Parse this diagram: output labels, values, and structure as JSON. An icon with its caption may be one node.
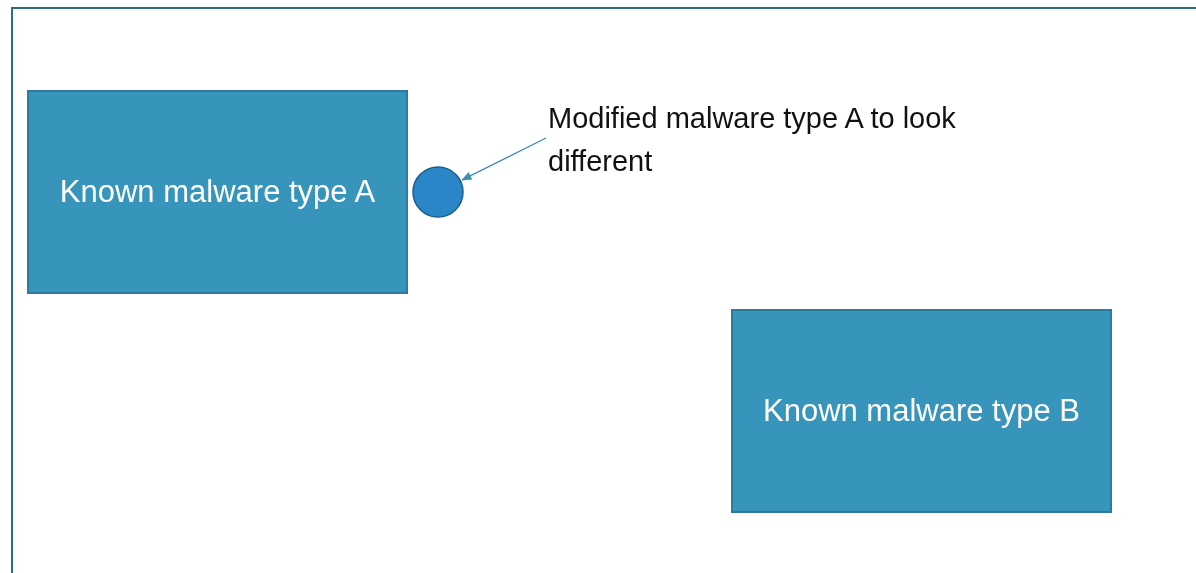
{
  "diagram": {
    "nodes": [
      {
        "text": [
          "Known malware type A"
        ]
      },
      {
        "text": [],
        "shape": "circle"
      },
      {
        "text": [
          "Modified malware type A to look different"
        ]
      },
      {
        "text": [
          "Known malware type B"
        ]
      }
    ],
    "edges": [
      {
        "from": 2,
        "to": 1,
        "arrow": "to"
      }
    ]
  }
}
